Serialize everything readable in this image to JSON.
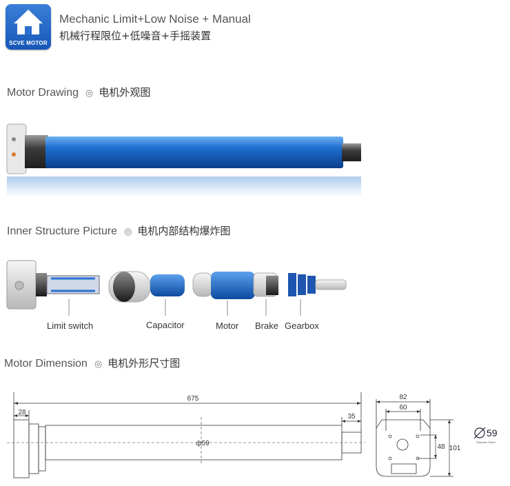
{
  "brand": {
    "logo_text": "SCVE MOTOR"
  },
  "header": {
    "title_en": "Mechanic Limit+Low Noise + Manual",
    "title_cn": "机械行程限位+低噪音+手摇装置"
  },
  "sections": {
    "drawing": {
      "en": "Motor Drawing",
      "symbol": "◎",
      "cn": "电机外观图"
    },
    "inner": {
      "en": "Inner Structure Picture",
      "symbol": "◎",
      "cn": "电机内部结构爆炸图"
    },
    "dimension": {
      "en": "Motor Dimension",
      "symbol": "◎",
      "cn": "电机外形尺寸图"
    }
  },
  "parts": [
    "Limit switch",
    "Capacitor",
    "Motor",
    "Brake",
    "Gearbox"
  ],
  "dimensions": {
    "total_length": "675",
    "head_width": "28",
    "tail_length": "35",
    "diameter": "ф59",
    "plate_width_outer": "82",
    "plate_width_inner": "60",
    "plate_height_inner": "48",
    "plate_height_outer": "101",
    "tube_diameter": "59",
    "tube_note": "Diameter 59mm"
  },
  "colors": {
    "tube_blue": "#1a66c9",
    "logo_blue": "#1c61c4"
  }
}
